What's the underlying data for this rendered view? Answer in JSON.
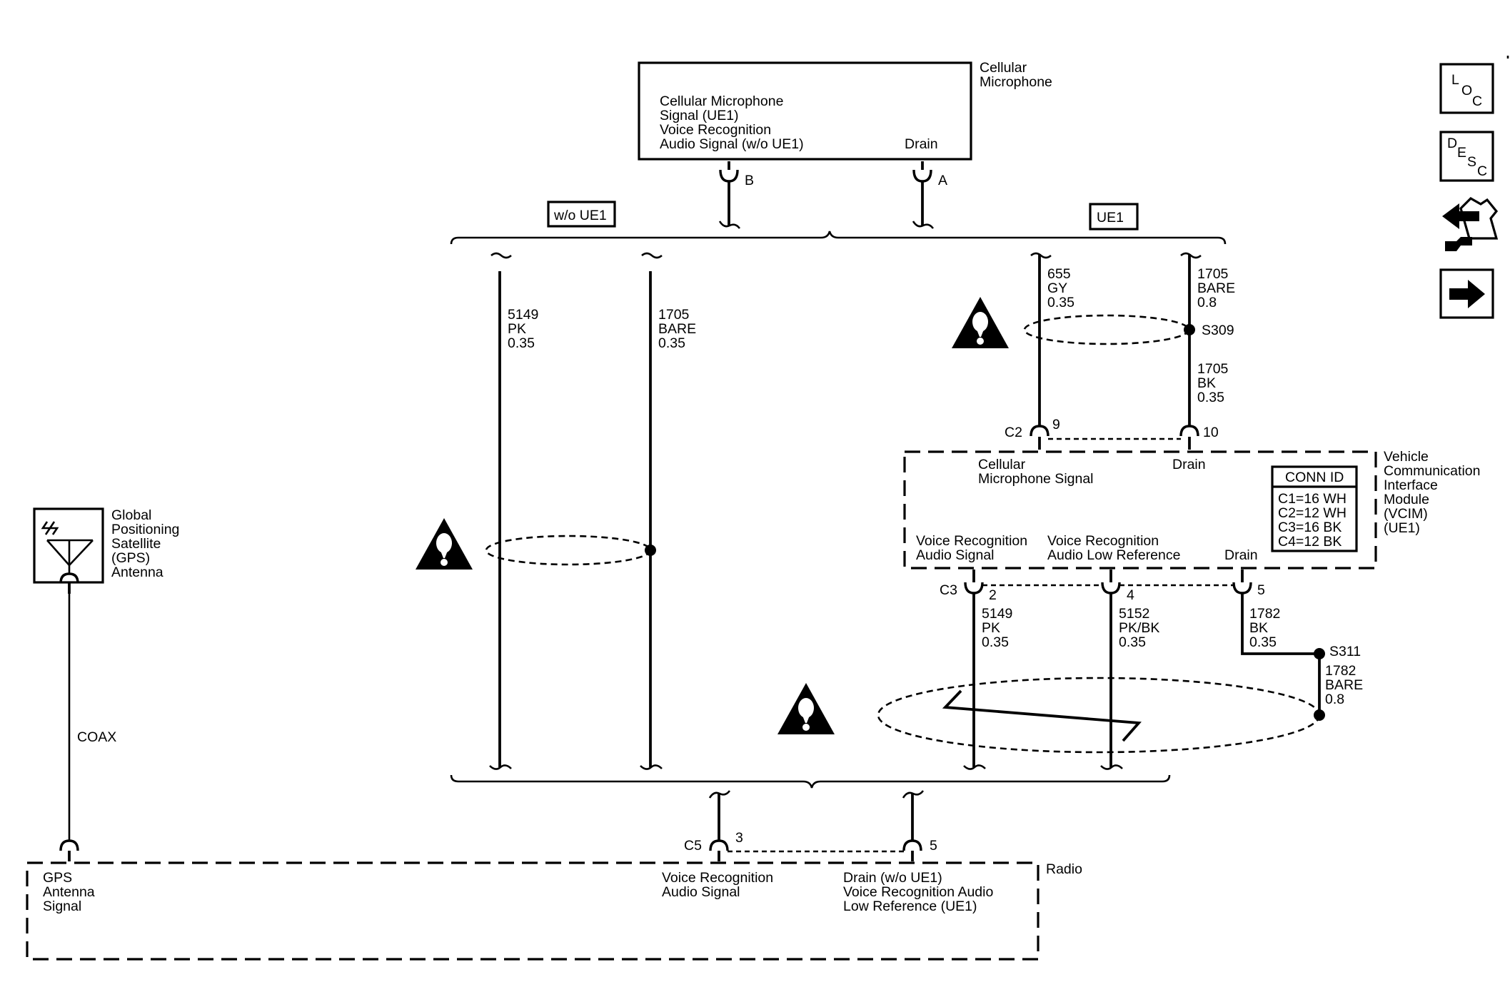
{
  "mic": {
    "title": [
      "Cellular",
      "Microphone"
    ],
    "pin_label": [
      "Cellular Microphone",
      "Signal (UE1)",
      "Voice Recognition",
      "Audio Signal (w/o UE1)"
    ],
    "drain": "Drain",
    "pin_b": "B",
    "pin_a": "A"
  },
  "options": {
    "wo_ue1": "w/o UE1",
    "ue1": "UE1"
  },
  "wires": {
    "w5149_top": [
      "5149",
      "PK",
      "0.35"
    ],
    "w1705_top": [
      "1705",
      "BARE",
      "0.35"
    ],
    "w655": [
      "655",
      "GY",
      "0.35"
    ],
    "w1705_bare": [
      "1705",
      "BARE",
      "0.8"
    ],
    "w1705_bk": [
      "1705",
      "BK",
      "0.35"
    ],
    "w5149_c3": [
      "5149",
      "PK",
      "0.35"
    ],
    "w5152": [
      "5152",
      "PK/BK",
      "0.35"
    ],
    "w1782_bk": [
      "1782",
      "BK",
      "0.35"
    ],
    "w1782_bare": [
      "1782",
      "BARE",
      "0.8"
    ],
    "coax": "COAX"
  },
  "splices": {
    "s309": "S309",
    "s311": "S311"
  },
  "vcim": {
    "c2": "C2",
    "c2_pin9": "9",
    "c2_pin10": "10",
    "cell_mic": [
      "Cellular",
      "Microphone Signal"
    ],
    "drain_top": "Drain",
    "title": [
      "Vehicle",
      "Communication",
      "Interface",
      "Module",
      "(VCIM)",
      "(UE1)"
    ],
    "conn_id_title": "CONN ID",
    "conn_id": [
      "C1=16 WH",
      "C2=12 WH",
      "C3=16 BK",
      "C4=12 BK"
    ],
    "vr_audio": [
      "Voice Recognition",
      "Audio Signal"
    ],
    "vr_low": [
      "Voice Recognition",
      "Audio Low Reference"
    ],
    "drain_bottom": "Drain",
    "c3": "C3",
    "c3_pin2": "2",
    "c3_pin4": "4",
    "c3_pin5": "5"
  },
  "gps": {
    "title": [
      "Global",
      "Positioning",
      "Satellite",
      "(GPS)",
      "Antenna"
    ]
  },
  "radio": {
    "title": "Radio",
    "gps_signal": [
      "GPS",
      "Antenna",
      "Signal"
    ],
    "c5": "C5",
    "c5_pin3": "3",
    "c5_pin5": "5",
    "vr_audio": [
      "Voice Recognition",
      "Audio Signal"
    ],
    "drain": [
      "Drain (w/o UE1)",
      "Voice Recognition Audio",
      "Low Reference (UE1)"
    ]
  },
  "nav": [
    {
      "name": "loc",
      "letters": [
        "L",
        "O",
        "C"
      ]
    },
    {
      "name": "desc",
      "letters": [
        "D",
        "E",
        "S",
        "C"
      ]
    }
  ],
  "icons": [
    "warning-icon",
    "antenna-icon",
    "connector-views-icon",
    "next-arrow-icon"
  ]
}
